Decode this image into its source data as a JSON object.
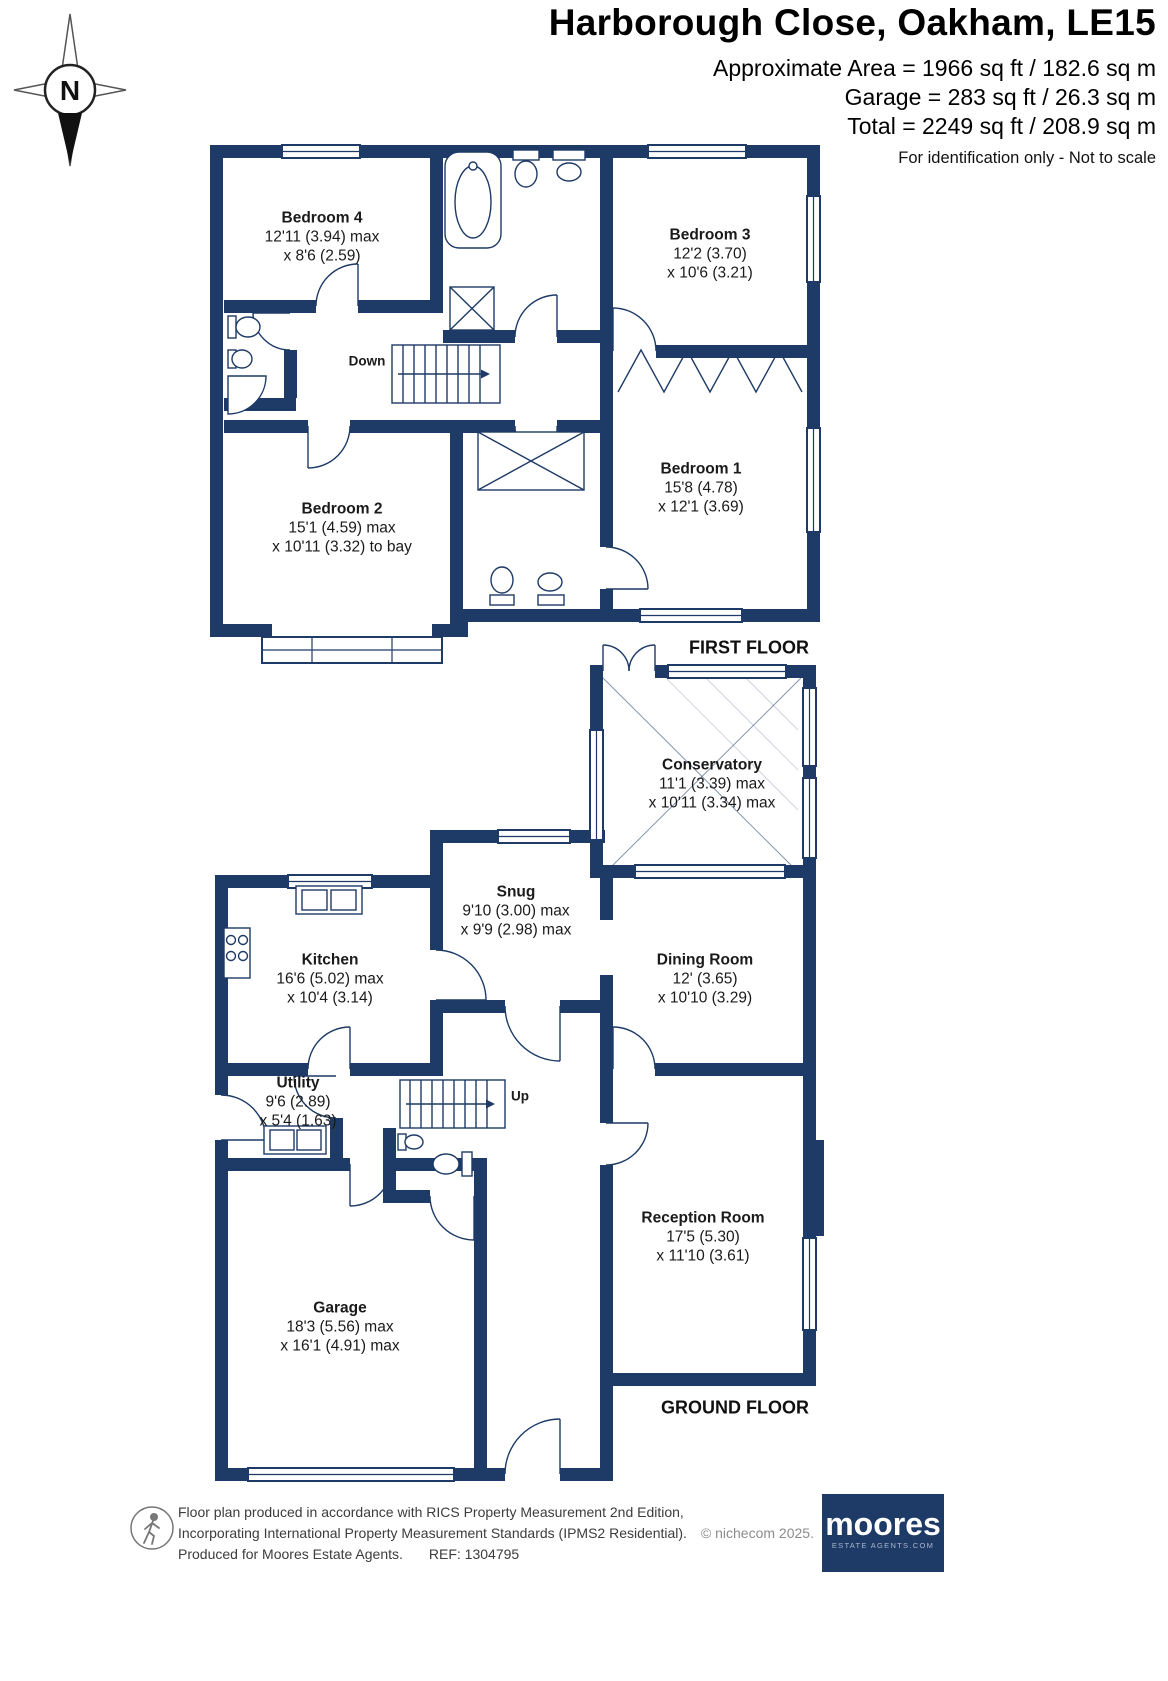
{
  "header": {
    "title": "Harborough Close, Oakham, LE15",
    "area_lines": [
      "Approximate Area = 1966 sq ft / 182.6 sq m",
      "Garage = 283 sq ft / 26.3 sq m",
      "Total = 2249 sq ft / 208.9 sq m"
    ],
    "disclaimer": "For identification only - Not to scale"
  },
  "compass": {
    "north_label": "N"
  },
  "first_floor": {
    "label": "FIRST FLOOR",
    "stairs_label": "Down",
    "rooms": [
      {
        "name": "Bedroom 4",
        "dim1": "12'11 (3.94) max",
        "dim2": "x 8'6 (2.59)"
      },
      {
        "name": "Bedroom 3",
        "dim1": "12'2 (3.70)",
        "dim2": "x 10'6 (3.21)"
      },
      {
        "name": "Bedroom 2",
        "dim1": "15'1 (4.59) max",
        "dim2": "x 10'11 (3.32) to bay"
      },
      {
        "name": "Bedroom 1",
        "dim1": "15'8 (4.78)",
        "dim2": "x 12'1 (3.69)"
      }
    ]
  },
  "ground_floor": {
    "label": "GROUND FLOOR",
    "stairs_label": "Up",
    "rooms": [
      {
        "name": "Conservatory",
        "dim1": "11'1 (3.39) max",
        "dim2": "x 10'11 (3.34) max"
      },
      {
        "name": "Snug",
        "dim1": "9'10 (3.00) max",
        "dim2": "x 9'9 (2.98) max"
      },
      {
        "name": "Kitchen",
        "dim1": "16'6 (5.02) max",
        "dim2": "x 10'4 (3.14)"
      },
      {
        "name": "Dining Room",
        "dim1": "12' (3.65)",
        "dim2": "x 10'10 (3.29)"
      },
      {
        "name": "Utility",
        "dim1": "9'6 (2.89)",
        "dim2": "x 5'4 (1.63)"
      },
      {
        "name": "Reception Room",
        "dim1": "17'5 (5.30)",
        "dim2": "x 11'10 (3.61)"
      },
      {
        "name": "Garage",
        "dim1": "18'3 (5.56) max",
        "dim2": "x 16'1 (4.91) max"
      }
    ]
  },
  "footer": {
    "line1": "Floor plan produced in accordance with RICS Property Measurement 2nd Edition,",
    "line2": "Incorporating International Property Measurement Standards (IPMS2 Residential).",
    "copyright": "© nichecom 2025.",
    "produced": "Produced for Moores Estate Agents.",
    "ref": "REF: 1304795",
    "logo_name": "moores",
    "logo_tagline": "ESTATE AGENTS.COM"
  },
  "colors": {
    "wall": "#1e3a66",
    "text": "#1a1a1a",
    "muted": "#8c8c8c"
  }
}
